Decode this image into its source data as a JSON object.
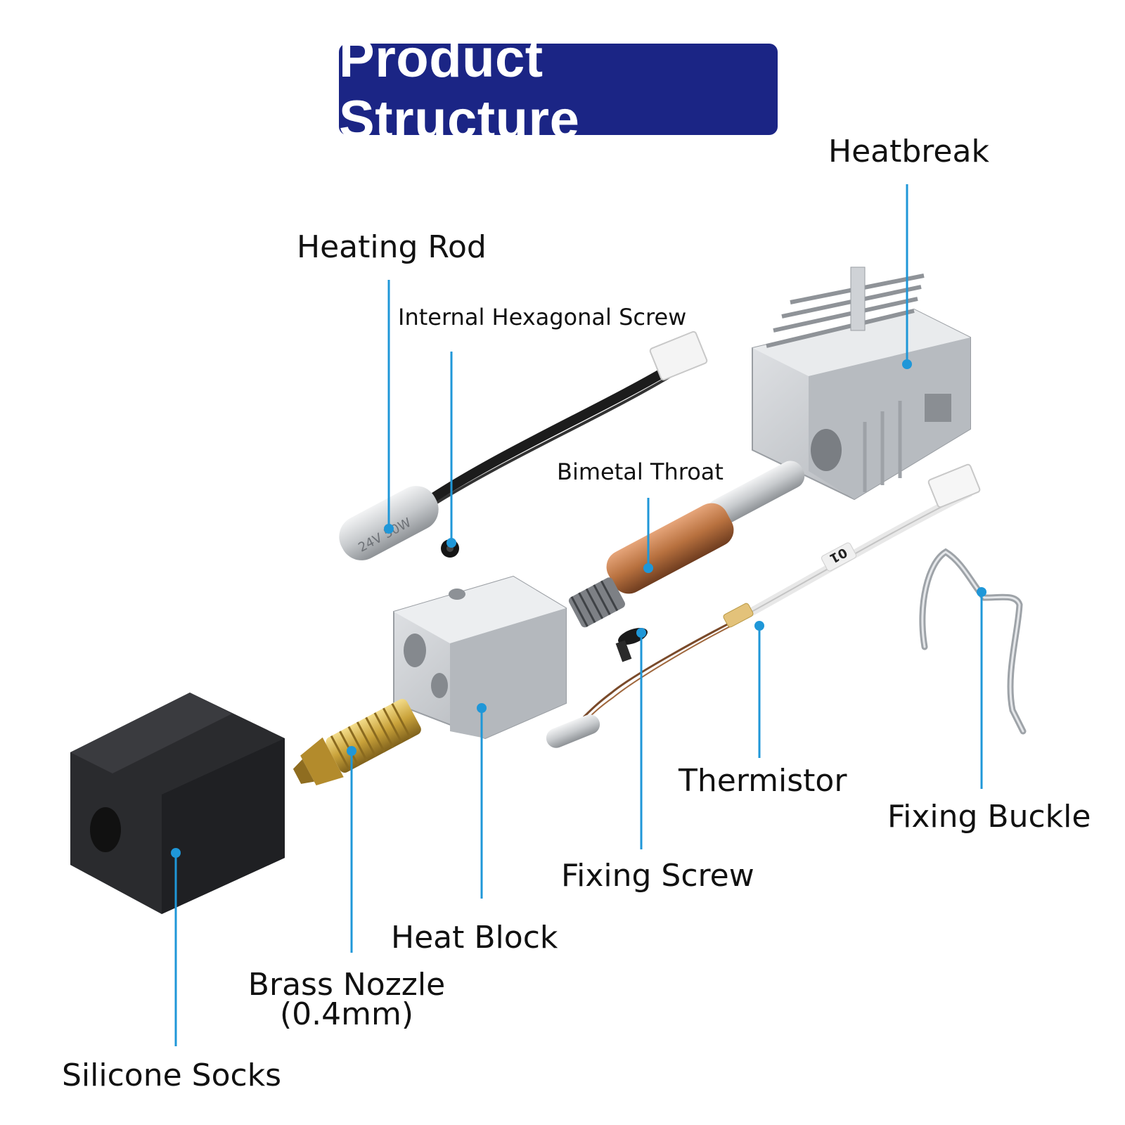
{
  "title": "Product Structure",
  "colors": {
    "title_bg": "#1b2585",
    "title_text": "#ffffff",
    "leader": "#1f97d8",
    "aluminum": "#c9ccd0",
    "brass": "#c9a23a",
    "copper": "#b8713f",
    "silicone": "#2a2b2e"
  },
  "parts": {
    "heatbreak": {
      "label": "Heatbreak"
    },
    "heating_rod": {
      "label": "Heating Rod"
    },
    "hex_screw": {
      "label": "Internal Hexagonal Screw"
    },
    "bimetal_throat": {
      "label": "Bimetal Throat"
    },
    "thermistor": {
      "label": "Thermistor"
    },
    "fixing_buckle": {
      "label": "Fixing Buckle"
    },
    "fixing_screw": {
      "label": "Fixing Screw"
    },
    "heat_block": {
      "label": "Heat Block"
    },
    "brass_nozzle": {
      "label_line1": "Brass Nozzle",
      "label_line2": "(0.4mm)"
    },
    "silicone_socks": {
      "label": "Silicone Socks"
    }
  },
  "markings": {
    "heating_rod_print": "24V 50W",
    "thermistor_sleeve": "01"
  }
}
